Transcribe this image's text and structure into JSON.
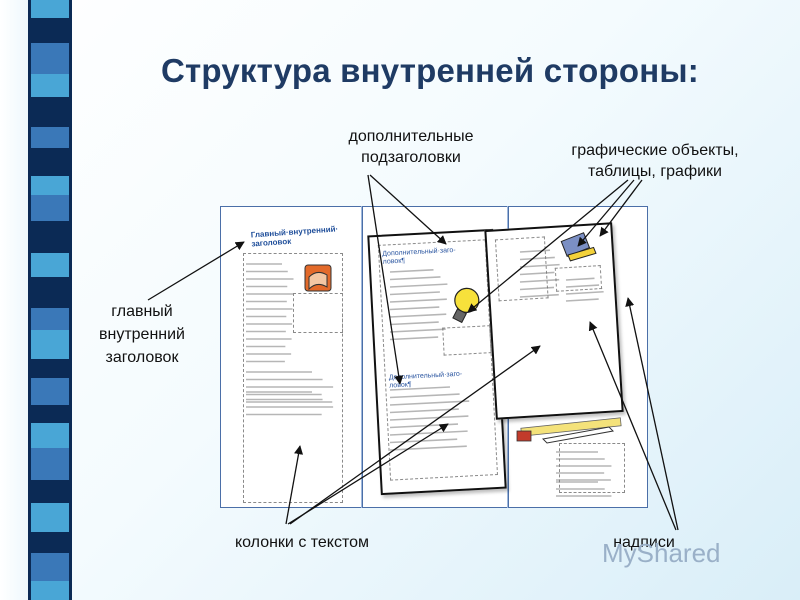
{
  "slide": {
    "title": "Структура внутренней стороны:",
    "labels": {
      "subheads": "дополнительные подзаголовки",
      "graphics": "графические объекты, таблицы, графики",
      "main_head": "главный внутренний заголовок",
      "columns": "колонки с текстом",
      "captions": "надписи"
    }
  },
  "brochure": {
    "main_heading": "Главный·внутренний· заголовок",
    "sub_heading_1": "Дополнительный·заго- ловок¶",
    "sub_heading_2": "Дополнительный·заго- ловок¶"
  },
  "watermark": {
    "text": "MyShared"
  },
  "colors": {
    "title": "#1f3b64",
    "stripe_dark": "#0b2a55",
    "stripe_mid": "#3a78b8",
    "stripe_light": "#49a6d6",
    "panel_border": "#4b6fa8"
  }
}
